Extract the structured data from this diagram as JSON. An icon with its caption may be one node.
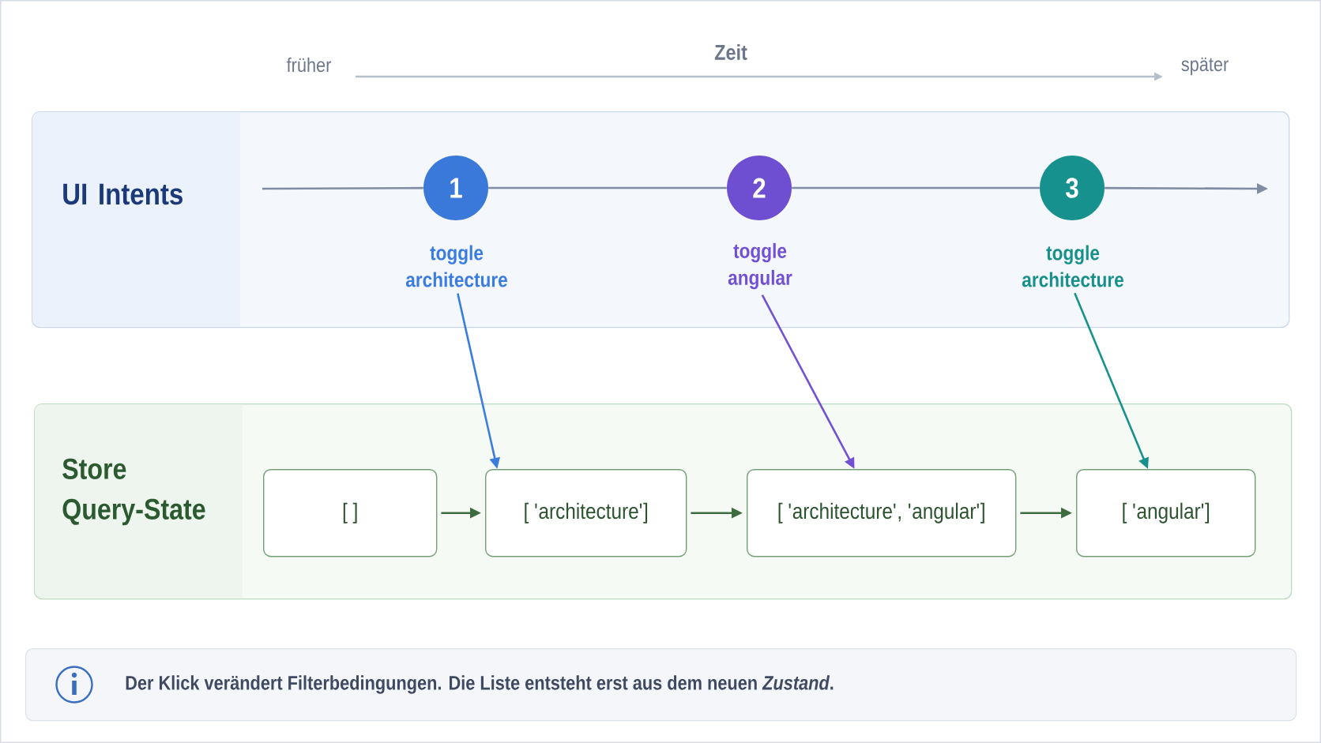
{
  "diagram": {
    "nodes": [
      {
        "text": [
          "UI Intents"
        ]
      },
      {
        "text": [
          "1"
        ],
        "in": 0
      },
      {
        "text": [
          "toggle architecture"
        ],
        "in": 0
      },
      {
        "text": [
          "2"
        ],
        "in": 0
      },
      {
        "text": [
          "toggle angular"
        ],
        "in": 0
      },
      {
        "text": [
          "3"
        ],
        "in": 0
      },
      {
        "text": [
          "toggle architecture"
        ],
        "in": 0
      },
      {
        "text": [
          "Store Query-State"
        ]
      },
      {
        "text": [
          "[ ]"
        ],
        "in": 7
      },
      {
        "text": [
          "[ 'architecture']"
        ],
        "in": 7
      },
      {
        "text": [
          "[ 'architecture', 'angular']"
        ],
        "in": 7
      },
      {
        "text": [
          "[ 'angular']"
        ],
        "in": 7
      },
      {
        "text": [
          "Der Klick verändert Filterbedingungen. Die Liste entsteht erst aus dem neuen *Zustand*."
        ]
      }
    ],
    "edges": [
      {
        "from": null,
        "to": 1,
        "arrow": "none"
      },
      {
        "from": 1,
        "to": 3,
        "arrow": "none"
      },
      {
        "from": 3,
        "to": 5,
        "arrow": "none"
      },
      {
        "from": 5,
        "to": null,
        "arrow": "to"
      },
      {
        "from": 2,
        "to": 9,
        "arrow": "to",
        "color": "#3b7ddd"
      },
      {
        "from": 4,
        "to": 10,
        "arrow": "to",
        "color": "#7150d4"
      },
      {
        "from": 6,
        "to": 11,
        "arrow": "to",
        "color": "#17918c"
      },
      {
        "from": 8,
        "to": 9,
        "arrow": "to",
        "color": "#3e6b40"
      },
      {
        "from": 9,
        "to": 10,
        "arrow": "to",
        "color": "#3e6b40"
      },
      {
        "from": 10,
        "to": 11,
        "arrow": "to",
        "color": "#3e6b40"
      }
    ],
    "labels": [
      "früher",
      "Zeit",
      "später"
    ]
  }
}
